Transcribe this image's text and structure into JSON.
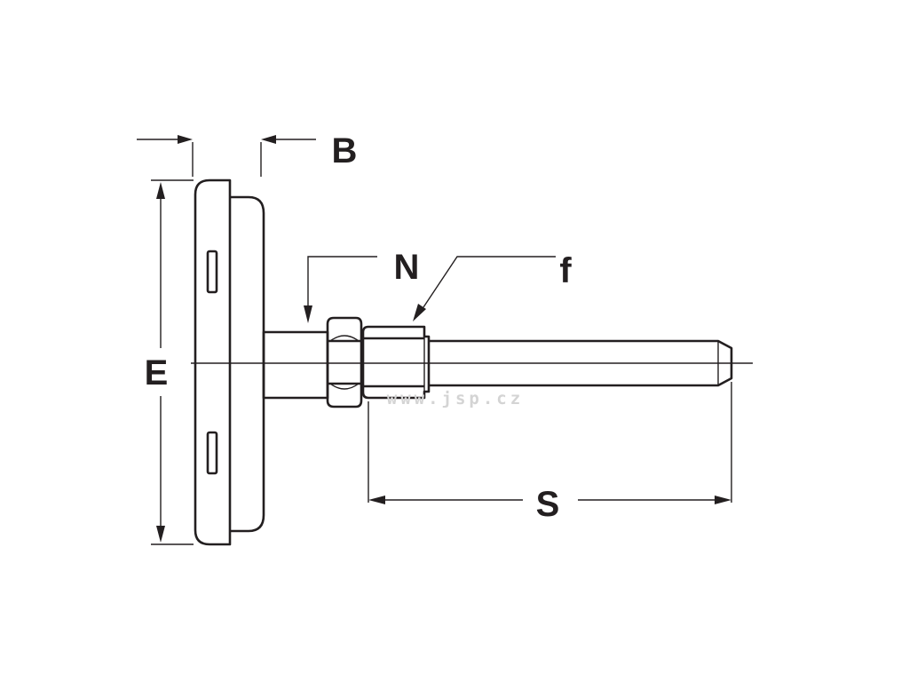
{
  "labels": {
    "B": "B",
    "E": "E",
    "N": "N",
    "f": "f",
    "S": "S"
  },
  "watermark": "www.jsp.cz",
  "colors": {
    "line": "#231f20",
    "background": "#ffffff",
    "watermark": "#d4d4d4"
  }
}
